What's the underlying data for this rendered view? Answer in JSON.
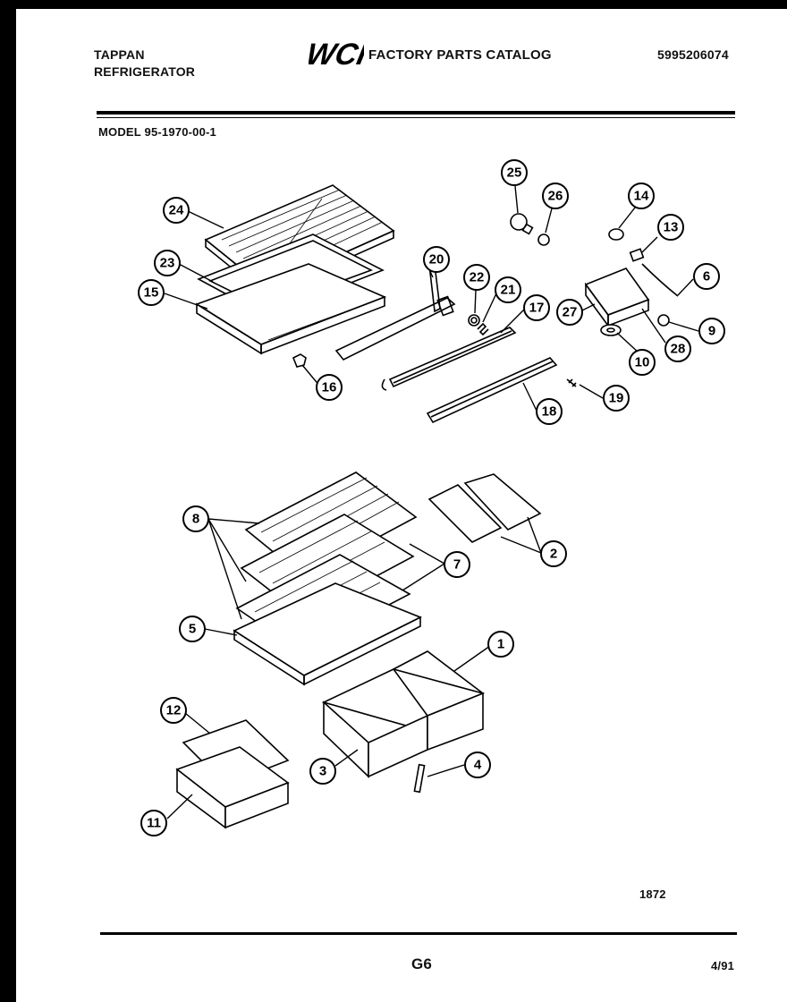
{
  "header": {
    "brand": "TAPPAN",
    "product": "REFRIGERATOR",
    "logo": "WCI",
    "catalog_title": "FACTORY PARTS CATALOG",
    "catalog_number": "5995206074"
  },
  "model": "MODEL 95-1970-00-1",
  "callouts": [
    "1",
    "2",
    "3",
    "4",
    "5",
    "6",
    "7",
    "8",
    "9",
    "10",
    "11",
    "12",
    "13",
    "14",
    "15",
    "16",
    "17",
    "18",
    "19",
    "20",
    "21",
    "22",
    "23",
    "24",
    "25",
    "26",
    "27",
    "28"
  ],
  "drawing_number": "1872",
  "footer": {
    "page_code": "G6",
    "date": "4/91"
  }
}
